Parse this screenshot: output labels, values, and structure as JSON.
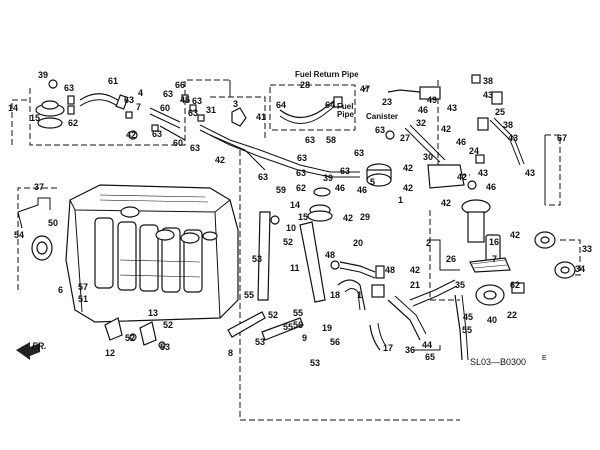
{
  "diagram": {
    "labels": {
      "fuel_return_pipe": "Fuel Return Pipe",
      "fuel_pipe": "Fuel Pipe",
      "canister": "Canister",
      "direction": "FR.",
      "code": "SL03—B0300",
      "code_suffix": "E"
    },
    "callouts": {
      "n1": "1",
      "n2": "2",
      "n3": "3",
      "n4": "4",
      "n5": "5",
      "n6": "6",
      "n7": "7",
      "n8": "8",
      "n9": "9",
      "n10": "10",
      "n11": "11",
      "n12": "12",
      "n13": "13",
      "n14a": "14",
      "n14b": "14",
      "n15a": "15",
      "n15b": "15",
      "n16": "16",
      "n17": "17",
      "n18": "18",
      "n19": "19",
      "n20": "20",
      "n21": "21",
      "n22": "22",
      "n23": "23",
      "n24": "24",
      "n25": "25",
      "n26": "26",
      "n27": "27",
      "n28": "28",
      "n29": "29",
      "n30": "30",
      "n31": "31",
      "n32": "32",
      "n33": "33",
      "n34": "34",
      "n35": "35",
      "n36": "36",
      "n37": "37",
      "n38a": "38",
      "n38b": "38",
      "n39a": "39",
      "n39b": "39",
      "n40": "40",
      "n41": "41",
      "n42a": "42",
      "n42b": "42",
      "n42c": "42",
      "n42d": "42",
      "n42e": "42",
      "n42f": "42",
      "n42g": "42",
      "n42h": "42",
      "n42i": "42",
      "n42j": "42",
      "n43a": "43",
      "n43b": "43",
      "n43c": "43",
      "n43d": "43",
      "n43e": "43",
      "n44": "44",
      "n45a": "45",
      "n45b": "45",
      "n46a": "46",
      "n46b": "46",
      "n46c": "46",
      "n47": "47",
      "n48a": "48",
      "n48b": "48",
      "n49": "49",
      "n50": "50",
      "n51": "51",
      "n52a": "52",
      "n52b": "52",
      "n53a": "53",
      "n53b": "53",
      "n54": "54",
      "n55a": "55",
      "n55b": "55",
      "n56a": "56",
      "n56b": "56",
      "n57": "57",
      "n58": "58",
      "n59": "59",
      "n60a": "60",
      "n60b": "60",
      "n61": "61",
      "n62": "62",
      "n63a": "63",
      "n63b": "63",
      "n63c": "63",
      "n63d": "63",
      "n63e": "63",
      "n63f": "63",
      "n63g": "63",
      "n63h": "63",
      "n63i": "63",
      "n63j": "63",
      "n63k": "63",
      "n63l": "63",
      "n63m": "63",
      "n63n": "63",
      "n64a": "64",
      "n64b": "64",
      "n65": "65",
      "n66": "66",
      "n67": "67"
    }
  }
}
